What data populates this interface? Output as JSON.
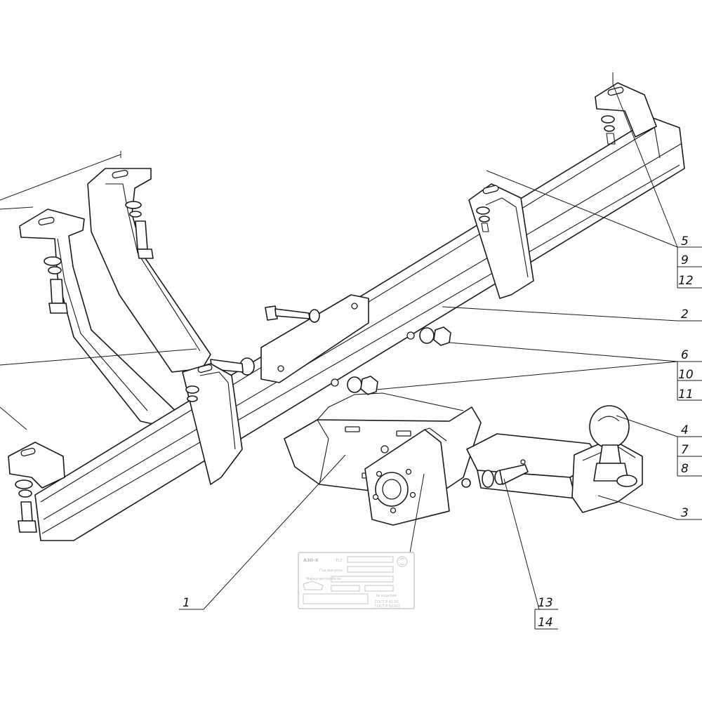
{
  "callouts": [
    {
      "id": "c5",
      "text": "5"
    },
    {
      "id": "c9",
      "text": "9"
    },
    {
      "id": "c12",
      "text": "12"
    },
    {
      "id": "c2",
      "text": "2"
    },
    {
      "id": "c6",
      "text": "6"
    },
    {
      "id": "c10",
      "text": "10"
    },
    {
      "id": "c11",
      "text": "11"
    },
    {
      "id": "c4",
      "text": "4"
    },
    {
      "id": "c7",
      "text": "7"
    },
    {
      "id": "c8",
      "text": "8"
    },
    {
      "id": "c3",
      "text": "3"
    },
    {
      "id": "c1",
      "text": "1"
    },
    {
      "id": "c13",
      "text": "13"
    },
    {
      "id": "c14",
      "text": "14"
    }
  ],
  "plate": {
    "model": "А30-Х",
    "field_a": "ТСУ",
    "field_b": "Год выпуска",
    "field_c": "Марка автомобиля",
    "field_d": "№ изделия",
    "cert_1": "ГОСТ Р 41.55",
    "cert_2": "ГОСТ Р 52302",
    "colors": {
      "plate_stroke": "#c9c9c9",
      "ink": "#1a1a1a"
    }
  }
}
